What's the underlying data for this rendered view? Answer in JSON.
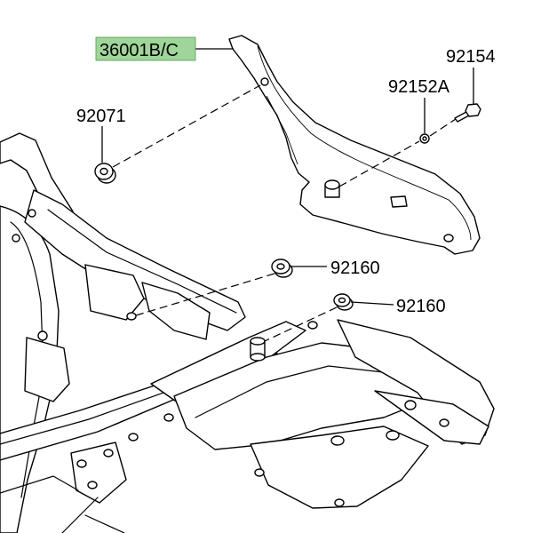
{
  "diagram": {
    "highlight_color": "#9fd59a",
    "line_color": "#000000",
    "callouts": [
      {
        "part_number": "36001B/C",
        "highlighted": true
      },
      {
        "part_number": "92154",
        "highlighted": false
      },
      {
        "part_number": "92152A",
        "highlighted": false
      },
      {
        "part_number": "92071",
        "highlighted": false
      },
      {
        "part_number": "92160",
        "highlighted": false
      },
      {
        "part_number": "92160",
        "highlighted": false
      }
    ]
  }
}
